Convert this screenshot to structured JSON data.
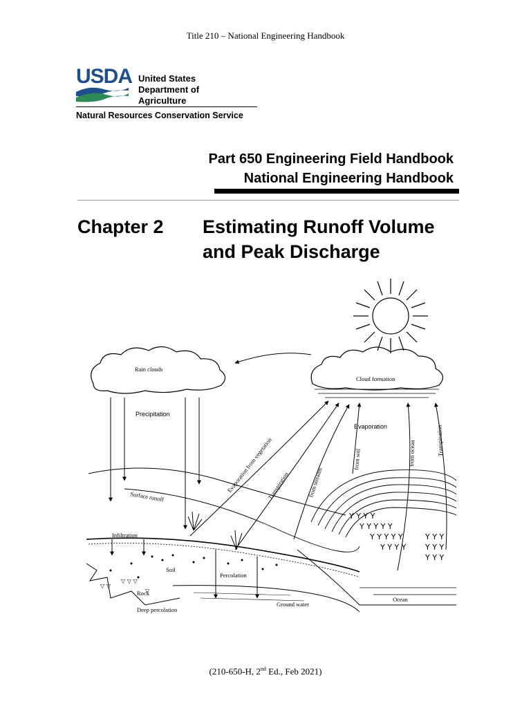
{
  "header": {
    "title": "Title 210 – National Engineering Handbook"
  },
  "logo": {
    "mark_text": "USDA",
    "dept_lines": [
      "United States",
      "Department of",
      "Agriculture"
    ],
    "agency": "Natural Resources Conservation Service",
    "brand_color": "#1e4e8c",
    "accent_color": "#2e8b57"
  },
  "part": {
    "line1": "Part 650 Engineering Field Handbook",
    "line2": "National Engineering Handbook"
  },
  "chapter": {
    "number": "Chapter 2",
    "title_line1": "Estimating Runoff Volume",
    "title_line2": "and Peak Discharge"
  },
  "diagram": {
    "labels": {
      "rain_clouds": "Rain clouds",
      "precipitation": "Precipitation",
      "cloud_formation": "Cloud formation",
      "evaporation": "Evaporation",
      "evap_vegetation": "Evaporation from vegetation",
      "transpiration": "Transpiration",
      "from_streams": "from streams",
      "from_soil": "from soil",
      "from_ocean": "from ocean",
      "transpiration_right": "Transpiration",
      "surface_runoff": "Surface runoff",
      "infiltration": "Infiltration",
      "soil": "Soil",
      "percolation": "Percolation",
      "rock": "Rock",
      "deep_percolation": "Deep percolation",
      "ground_water": "Ground water",
      "ocean": "Ocean"
    }
  },
  "footer": {
    "prefix": "(210-650-H, 2",
    "sup": "nd",
    "suffix": " Ed., Feb 2021)"
  }
}
